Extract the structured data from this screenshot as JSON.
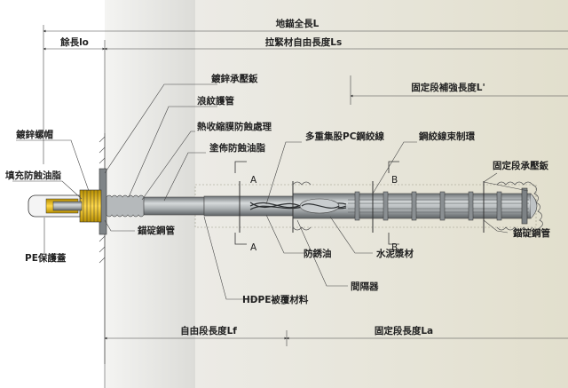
{
  "dimensions": {
    "total_length": "地錨全長L",
    "tension_free_length": "拉緊材自由長度Ls",
    "remaining_length": "餘長lo",
    "anchor_reinforce_length": "固定段補強長度L'",
    "free_section_length": "自由段長度Lf",
    "anchor_section_length": "固定段長度La"
  },
  "labels": {
    "galvanized_bearing_plate": "鍍鋅承壓鈑",
    "corrugated_sheath": "浪紋護管",
    "heat_shrink_tube": "熱收縮膜防蝕處理",
    "corrosion_grease_coat": "塗佈防蝕油脂",
    "multi_strand": "多重集股PC鋼絞線",
    "strand_band_ring": "鋼絞線束制環",
    "anchor_bearing_plate": "固定段承壓鈑",
    "galvanized_nut": "鍍鋅螺帽",
    "grease_filling": "填充防蝕油脂",
    "anchor_steel_pipe_left": "錨碇鋼管",
    "anchor_steel_pipe_right": "錨碇鋼管",
    "pe_protective_cap": "PE保護蓋",
    "rust_oil": "防銹油",
    "hdpe_coating": "HDPE被覆材料",
    "cement_grout": "水泥漿材",
    "spacer": "間隔器",
    "section_a_top": "A",
    "section_a_bottom": "A",
    "section_b_top": "B",
    "section_b_bottom": "B"
  },
  "colors": {
    "background": "#ffffff",
    "soil_zone": "#e7e3d3",
    "steel": "#9aa0a3",
    "grease": "#f0c400",
    "line": "#333333"
  }
}
